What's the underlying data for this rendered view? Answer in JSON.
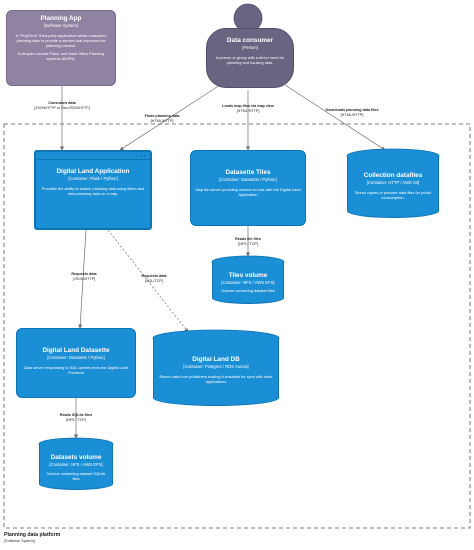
{
  "elements": {
    "planning_app": {
      "title": "Planning App",
      "type": "[Software System]",
      "desc": "A \"PropTech\" third-party application which consumes planning data to provide a service that improves the planning process.",
      "desc2": "Examples include PlanX and Back Office Planning systems (BOPs)."
    },
    "data_consumer": {
      "title": "Data consumer",
      "type": "[Person]",
      "desc": "A person or group with a direct need for planning and housing data."
    },
    "digital_land_app": {
      "title": "Digital Land Application",
      "type": "[Container: Flask / Python]",
      "desc": "Provides the ability to search planning data using filters and view planning data on a map."
    },
    "datasette_tiles": {
      "title": "Datasette Tiles",
      "type": "[Container: Datasette / Python]",
      "desc": "Map tile server providing vectors for use with the Digital Land Application"
    },
    "collection_datafiles": {
      "title": "Collection datafiles",
      "type": "[Container: HTTP / AWS S3]",
      "desc": "Stores copies of provider data files for public consumption."
    },
    "tiles_volume": {
      "title": "Tiles volume",
      "type": "[Container: NFS / AWS EFS]",
      "desc": "Volume containing dataset tiles"
    },
    "digital_land_datasette": {
      "title": "Digital Land Datasette",
      "type": "[Container: Datasette / Python]",
      "desc": "Data server responding to SQL queries from the Digital Land Frontend"
    },
    "digital_land_db": {
      "title": "Digital Land DB",
      "type": "[Container: Postgres / RDS Aurora]",
      "desc": "Stores data from publishers making it available for sync with other applications"
    },
    "datasets_volume": {
      "title": "Datasets volume",
      "type": "[Container: NFS / AWS EFS]",
      "desc": "Volume containing dataset SQLite files"
    }
  },
  "relations": {
    "consumes": {
      "label": "Consumes data",
      "tech": "[JSON/HTTP or GeoJSON/HTTP]"
    },
    "finds": {
      "label": "Finds planning data",
      "tech": "[HTML/HTTP]"
    },
    "loads": {
      "label": "Loads map tiles via map view",
      "tech": "[HTML/HTTP]"
    },
    "downloads": {
      "label": "Downloads planning data files",
      "tech": "[HTML/HTTP]"
    },
    "reads_tiles": {
      "label": "Reads tile files",
      "tech": "[NFS / TCP]"
    },
    "requests_json": {
      "label": "Requests data",
      "tech": "[JSON/HTTP]"
    },
    "requests_sql": {
      "label": "Requests data",
      "tech": "[SQL/TCP]"
    },
    "reads_sqlite": {
      "label": "Reads SQLite files",
      "tech": "[NFS / TCP]"
    }
  },
  "boundary": {
    "name": "Planning data platform",
    "type": "[Software System]"
  },
  "colors": {
    "container": "#1a8fd6",
    "external_system": "#8f82a3",
    "person": "#6b6382",
    "edge": "#707070"
  }
}
